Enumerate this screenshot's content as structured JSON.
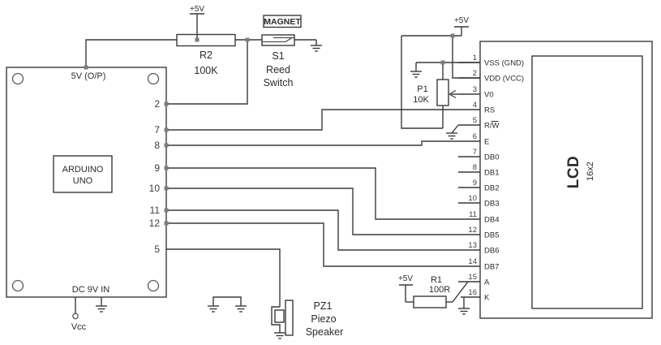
{
  "colors": {
    "background": "#ffffff",
    "wire": "#3a3a3a",
    "pad": "#7d7d7d",
    "text": "#2b2b2b"
  },
  "power": {
    "left_rail": "+5V",
    "lcd_rail": "+5V",
    "backlight_rail": "+5V"
  },
  "r2": {
    "ref": "R2",
    "value": "100K"
  },
  "magnet": {
    "label": "MAGNET"
  },
  "s1": {
    "ref": "S1",
    "line1": "Reed",
    "line2": "Switch"
  },
  "arduino": {
    "line1": "ARDUINO",
    "line2": "UNO",
    "top_label": "5V (O/P)",
    "bottom_label": "DC 9V IN",
    "vcc_label": "Vcc",
    "pins": [
      "2",
      "7",
      "8",
      "9",
      "10",
      "11",
      "12",
      "5"
    ]
  },
  "p1": {
    "ref": "P1",
    "value": "10K"
  },
  "r1": {
    "ref": "R1",
    "value": "100R"
  },
  "pz1": {
    "ref": "PZ1",
    "line1": "Piezo",
    "line2": "Speaker"
  },
  "lcd": {
    "title": "LCD",
    "subtitle": "16x2",
    "pins": [
      {
        "num": "1",
        "name": "VSS (GND)"
      },
      {
        "num": "2",
        "name": "VDD (VCC)"
      },
      {
        "num": "3",
        "name": "V0"
      },
      {
        "num": "4",
        "name": "RS"
      },
      {
        "num": "5",
        "name": "R/W",
        "overline": "W"
      },
      {
        "num": "6",
        "name": "E"
      },
      {
        "num": "7",
        "name": "DB0"
      },
      {
        "num": "8",
        "name": "DB1"
      },
      {
        "num": "9",
        "name": "DB2"
      },
      {
        "num": "10",
        "name": "DB3"
      },
      {
        "num": "11",
        "name": "DB4"
      },
      {
        "num": "12",
        "name": "DB5"
      },
      {
        "num": "13",
        "name": "DB6"
      },
      {
        "num": "14",
        "name": "DB7"
      },
      {
        "num": "15",
        "name": "A"
      },
      {
        "num": "16",
        "name": "K"
      }
    ]
  }
}
